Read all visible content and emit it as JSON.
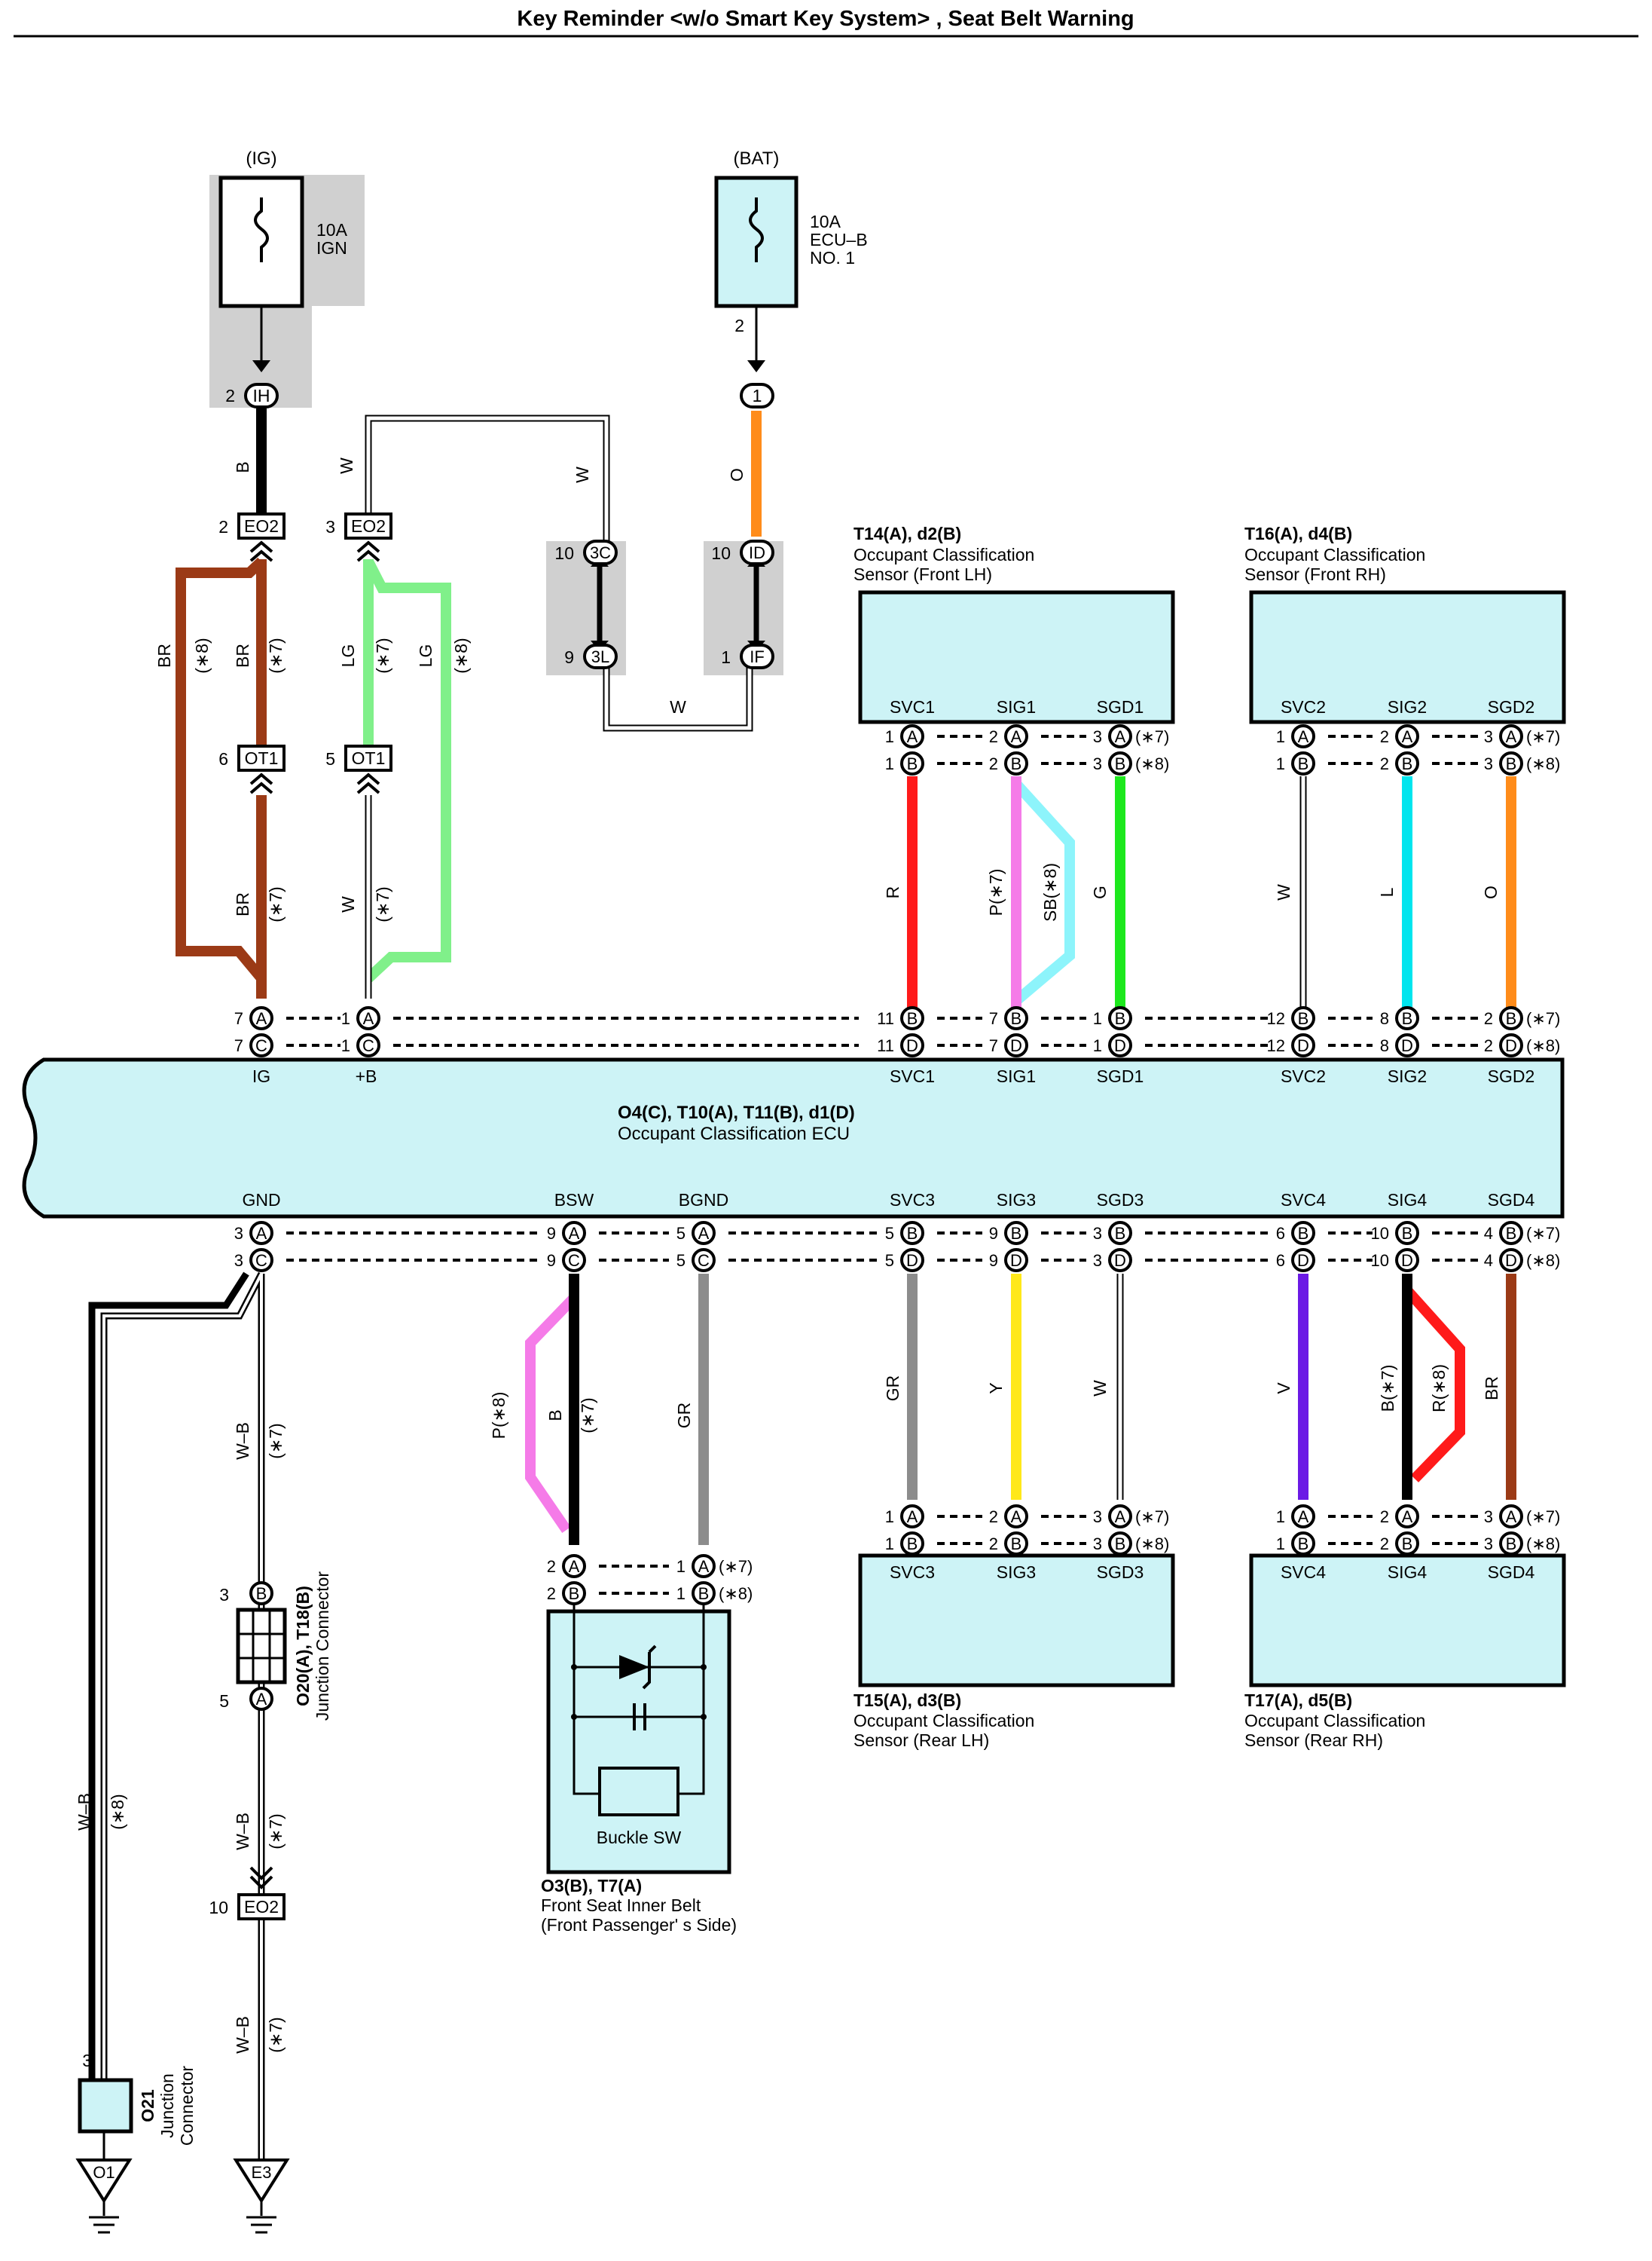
{
  "title": "Key Reminder <w/o Smart Key System> , Seat Belt Warning",
  "fuses": {
    "ign": {
      "supply": "(IG)",
      "amp": "10A",
      "name": "IGN"
    },
    "bat": {
      "supply": "(BAT)",
      "amp": "10A",
      "name1": "ECU–B",
      "name2": "NO. 1"
    }
  },
  "colors": {
    "BR": "#9b3a16",
    "LG": "#80f08a",
    "O": "#ff8c1a",
    "R": "#ff1a1a",
    "P": "#f57be8",
    "SB": "#8df4fb",
    "G": "#1de81d",
    "L": "#00e5ee",
    "GR": "#8c8c8c",
    "Y": "#ffe81a",
    "V": "#6b1ae5",
    "B": "#000000",
    "component_fill": "#cdf3f6",
    "shade": "#d0d0d0"
  },
  "connectors": {
    "IH": "IH",
    "EO2": "EO2",
    "OT1": "OT1",
    "3C": "3C",
    "3L": "3L",
    "ID": "ID",
    "IF": "IF",
    "one": "1",
    "E3": "E3",
    "O1": "O1"
  },
  "pins": {
    "ih": "2",
    "eo2_left": "2",
    "eo2_right": "3",
    "ot1_left": "6",
    "ot1_right": "5",
    "c3C": "10",
    "c3L": "9",
    "cID": "10",
    "cIF": "1",
    "bat_out": "2",
    "jc_top": "3",
    "jc_bot": "5",
    "eo2_bottom": "10",
    "o21": "3"
  },
  "wire_labels": {
    "B": "B",
    "W": "W",
    "O": "O",
    "BR": "BR",
    "LG": "LG",
    "R": "R",
    "G": "G",
    "L": "L",
    "GR": "GR",
    "Y": "Y",
    "V": "V",
    "WB": "W–B",
    "P7": "P(∗7)",
    "SB8": "SB(∗8)",
    "P8": "P(∗8)",
    "B7": "B(∗7)",
    "R8": "R(∗8)"
  },
  "marks": {
    "s7": "(∗7)",
    "s8": "(∗8)"
  },
  "ecu": {
    "line1": "O4(C), T10(A), T11(B), d1(D)",
    "line2": "Occupant Classification ECU",
    "top_terms": [
      "IG",
      "+B",
      "SVC1",
      "SIG1",
      "SGD1",
      "SVC2",
      "SIG2",
      "SGD2"
    ],
    "bottom_terms": [
      "GND",
      "BSW",
      "BGND",
      "SVC3",
      "SIG3",
      "SGD3",
      "SVC4",
      "SIG4",
      "SGD4"
    ]
  },
  "sensors": {
    "front_lh": {
      "id": "T14(A), d2(B)",
      "l1": "Occupant Classification",
      "l2": "Sensor (Front LH)",
      "terms": [
        "SVC1",
        "SIG1",
        "SGD1"
      ]
    },
    "front_rh": {
      "id": "T16(A), d4(B)",
      "l1": "Occupant Classification",
      "l2": "Sensor (Front RH)",
      "terms": [
        "SVC2",
        "SIG2",
        "SGD2"
      ]
    },
    "rear_lh": {
      "id": "T15(A), d3(B)",
      "l1": "Occupant Classification",
      "l2": "Sensor (Rear LH)",
      "terms": [
        "SVC3",
        "SIG3",
        "SGD3"
      ]
    },
    "rear_rh": {
      "id": "T17(A), d5(B)",
      "l1": "Occupant Classification",
      "l2": "Sensor (Rear RH)",
      "terms": [
        "SVC4",
        "SIG4",
        "SGD4"
      ]
    }
  },
  "buckle": {
    "id": "O3(B), T7(A)",
    "l1": "Front Seat Inner Belt",
    "l2": "(Front Passenger' s Side)",
    "sw": "Buckle SW"
  },
  "junction": {
    "id": "O20(A), T18(B)",
    "name": "Junction Connector"
  },
  "o21": {
    "id": "O21",
    "name1": "Junction",
    "name2": "Connector"
  }
}
